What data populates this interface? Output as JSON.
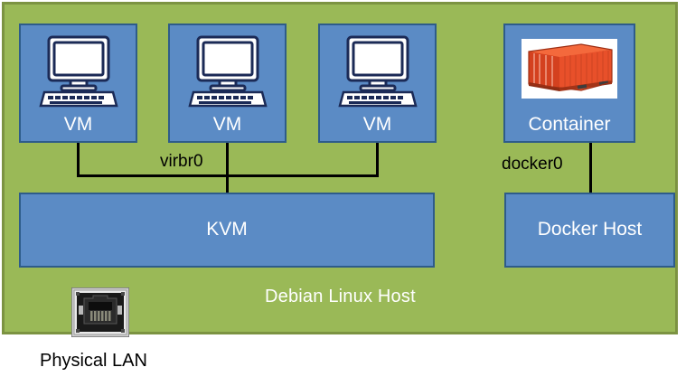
{
  "diagram": {
    "title_visible": false,
    "colors": {
      "host_fill": "#9ab957",
      "host_border": "#7c9342",
      "node_fill": "#5b8bc5",
      "node_border": "#2e5c8a",
      "node_text": "#ffffff",
      "line": "#000000",
      "container_orange": "#e8502a",
      "page_background": "#ffffff"
    },
    "host": {
      "label": "Debian Linux Host"
    },
    "nodes": [
      {
        "id": "vm1",
        "label": "VM",
        "icon": "desktop-computer-icon"
      },
      {
        "id": "vm2",
        "label": "VM",
        "icon": "desktop-computer-icon"
      },
      {
        "id": "vm3",
        "label": "VM",
        "icon": "desktop-computer-icon"
      },
      {
        "id": "container",
        "label": "Container",
        "icon": "shipping-container-icon"
      },
      {
        "id": "kvm",
        "label": "KVM",
        "icon": ""
      },
      {
        "id": "docker_host",
        "label": "Docker Host",
        "icon": ""
      }
    ],
    "links": [
      {
        "id": "virbr0",
        "label": "virbr0",
        "from": [
          "vm1",
          "vm2",
          "vm3"
        ],
        "to": "kvm"
      },
      {
        "id": "docker0",
        "label": "docker0",
        "from": [
          "container"
        ],
        "to": "docker_host"
      }
    ],
    "lan": {
      "icon": "rj45-ethernet-port-icon",
      "caption": "Physical LAN"
    }
  }
}
